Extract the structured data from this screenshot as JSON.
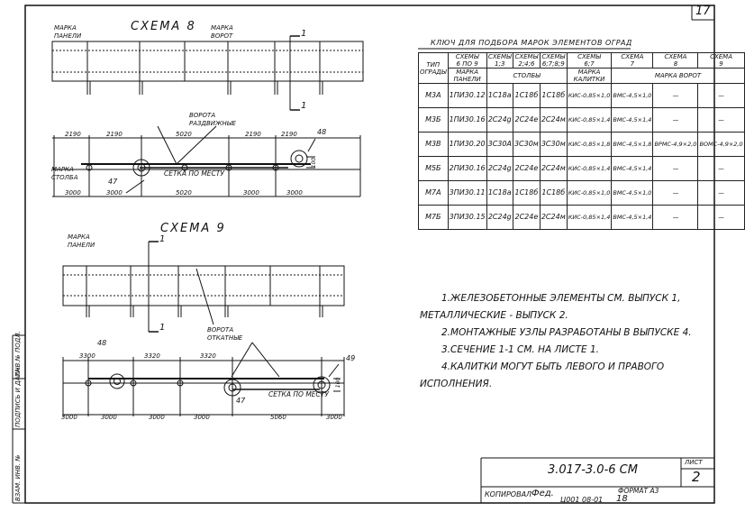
{
  "page_number": "17",
  "scheme8": {
    "title": "СХЕМА 8",
    "label_panel": [
      "МАРКА",
      "ПАНЕЛИ"
    ],
    "label_gate": [
      "МАРКА",
      "ВОРОТ"
    ],
    "label_gate_type": [
      "ВОРОТА",
      "РАЗДВИЖНЫЕ"
    ],
    "label_column": [
      "МАРКА",
      "СТОЛБА"
    ],
    "label_mesh": "СЕТКА ПО МЕСТУ",
    "section_mark": "1",
    "callout_48": "48",
    "callout_47": "47",
    "dim_small": "100",
    "dims_top": [
      "2190",
      "2190",
      "5020",
      "2190",
      "2190"
    ],
    "dims_bottom": [
      "3000",
      "3000",
      "5020",
      "3000",
      "3000"
    ]
  },
  "scheme9": {
    "title": "СХЕМА 9",
    "label_panel": [
      "МАРКА",
      "ПАНЕЛИ"
    ],
    "label_gate_type": [
      "ВОРОТА",
      "ОТКАТНЫЕ"
    ],
    "label_mesh": "СЕТКА ПО МЕСТУ",
    "section_mark": "1",
    "callout_48": "48",
    "callout_47": "47",
    "callout_49": "49",
    "dim_small": "100",
    "dims_top": [
      "3300",
      "3320",
      "3320"
    ],
    "dims_bottom": [
      "3000",
      "3000",
      "3000",
      "3000",
      "5060",
      "3000"
    ]
  },
  "key_table": {
    "title": "КЛЮЧ ДЛЯ ПОДБОРА МАРОК ЭЛЕМЕНТОВ ОГРАД",
    "h_type": [
      "ТИП",
      "ОГРАДЫ"
    ],
    "h_s1": [
      "СХЕМЫ",
      "6 ПО 9"
    ],
    "h_s2": [
      "СХЕМЫ",
      "1;3"
    ],
    "h_s3": [
      "СХЕМЫ",
      "2;4;6"
    ],
    "h_s4": [
      "СХЕМЫ",
      "6;7;8;9"
    ],
    "h_s5": [
      "СХЕМЫ",
      "6;7"
    ],
    "h_s6": [
      "СХЕМА",
      "7"
    ],
    "h_s7": [
      "СХЕМА",
      "8"
    ],
    "h_s8": [
      "СХЕМА",
      "9"
    ],
    "h_panel": [
      "МАРКА",
      "ПАНЕЛИ"
    ],
    "h_columns": "СТОЛБЫ",
    "h_wicket": [
      "МАРКА",
      "КАЛИТКИ"
    ],
    "h_gates": "МАРКА ВОРОТ",
    "rows": [
      [
        "М3А",
        "1ПИ30.12",
        "1С18а",
        "1С18б",
        "1С18б",
        "КИС-0,85×1,0",
        "ВМС-4,5×1,0",
        "—",
        "—"
      ],
      [
        "М3Б",
        "1ПИ30.16",
        "2С24g",
        "2С24е",
        "2С24м",
        "КИС-0,85×1,4",
        "ВМС-4,5×1,4",
        "—",
        "—"
      ],
      [
        "М3В",
        "1ПИ30.20",
        "3С30А",
        "3С30м",
        "3С30м",
        "КИС-0,85×1,8",
        "ВМС-4,5×1,8",
        "ВРМС-4,9×2,0",
        "ВОМС-4,9×2,0"
      ],
      [
        "М5Б",
        "2ПИ30.16",
        "2С24g",
        "2С24е",
        "2С24м",
        "КИС-0,85×1,4",
        "ВМС-4,5×1,4",
        "—",
        "—"
      ],
      [
        "М7А",
        "3ПИ30.11",
        "1С18а",
        "1С18б",
        "1С18б",
        "КИС-0,85×1,0",
        "ВМС-4,5×1,0",
        "—",
        "—"
      ],
      [
        "М7Б",
        "3ПИ30.15",
        "2С24g",
        "2С24е",
        "2С24м",
        "КИС-0,85×1,4",
        "ВМС-4,5×1,4",
        "—",
        "—"
      ]
    ]
  },
  "notes": [
    "1.ЖЕЛЕЗОБЕТОННЫЕ ЭЛЕМЕНТЫ СМ. ВЫПУСК 1,",
    "МЕТАЛЛИЧЕСКИЕ - ВЫПУСК 2.",
    "2.МОНТАЖНЫЕ УЗЛЫ РАЗРАБОТАНЫ В ВЫПУСКЕ 4.",
    "3.СЕЧЕНИЕ 1-1 СМ. НА ЛИСТЕ 1.",
    "4.КАЛИТКИ МОГУТ БЫТЬ ЛЕВОГО И ПРАВОГО",
    "ИСПОЛНЕНИЯ."
  ],
  "stamp": {
    "designation": "3.017-3.0-6 СМ",
    "sheet_label": "ЛИСТ",
    "sheet_number": "2",
    "copied": "КОПИРОВАЛ",
    "copied_sig": "Фед.",
    "order": "Ц001 08-01",
    "order_num": "18",
    "format": "ФОРМАТ А3"
  },
  "side_labels": [
    "ИНВ.№ ПОДЛ.",
    "ПОДПИСЬ И ДАТА",
    "ВЗАМ. ИНВ. №"
  ]
}
